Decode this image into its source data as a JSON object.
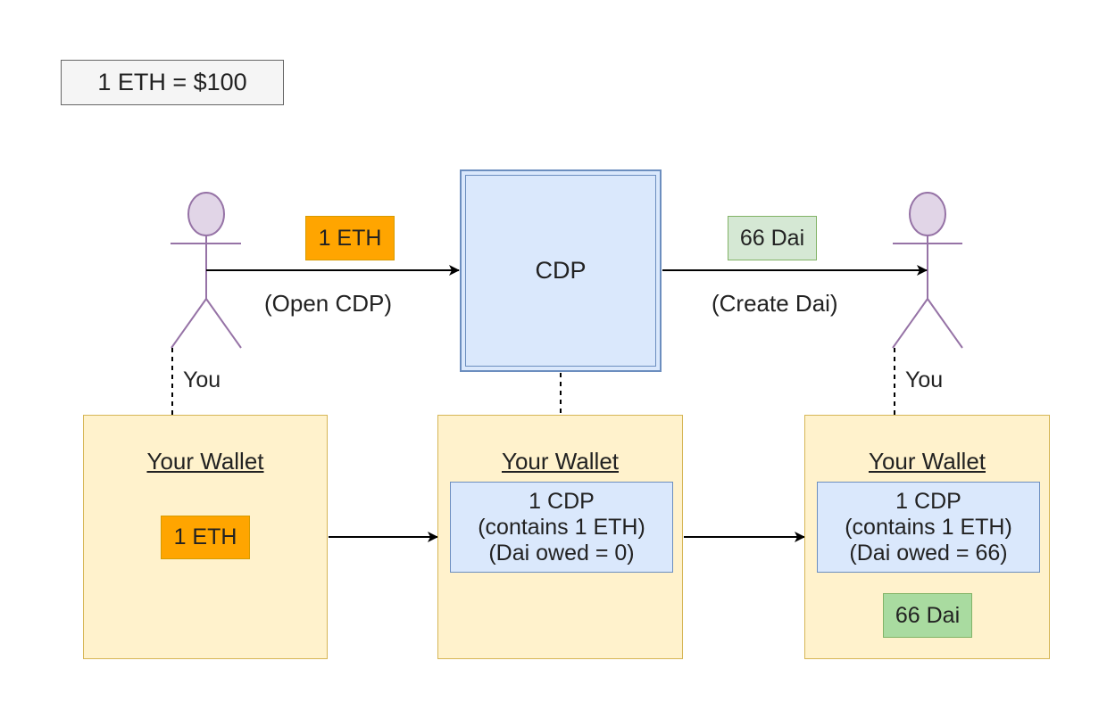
{
  "price": "1 ETH = $100",
  "cdp_label": "CDP",
  "left_actor": {
    "label": "You"
  },
  "right_actor": {
    "label": "You"
  },
  "open_edge": {
    "tag": "1 ETH",
    "label": "(Open CDP)"
  },
  "create_edge": {
    "tag": "66 Dai",
    "label": "(Create Dai)"
  },
  "wallets": [
    {
      "title": "Your Wallet",
      "eth_tag": "1 ETH"
    },
    {
      "title": "Your Wallet",
      "cdp_line1": "1 CDP",
      "cdp_line2": "(contains 1 ETH)",
      "cdp_line3": "(Dai owed = 0)"
    },
    {
      "title": "Your Wallet",
      "cdp_line1": "1 CDP",
      "cdp_line2": "(contains 1 ETH)",
      "cdp_line3": "(Dai owed = 66)",
      "dai_tag": "66 Dai"
    }
  ],
  "colors": {
    "actor_fill": "#e1d5e7",
    "actor_stroke": "#9673a6",
    "cdp_fill": "#dae8fc",
    "cdp_stroke": "#6c8ebf",
    "eth_fill": "#ffa500",
    "dai_fill": "#d5e8d4",
    "wallet_fill": "#fff2cc",
    "wallet_stroke": "#d6b656"
  }
}
